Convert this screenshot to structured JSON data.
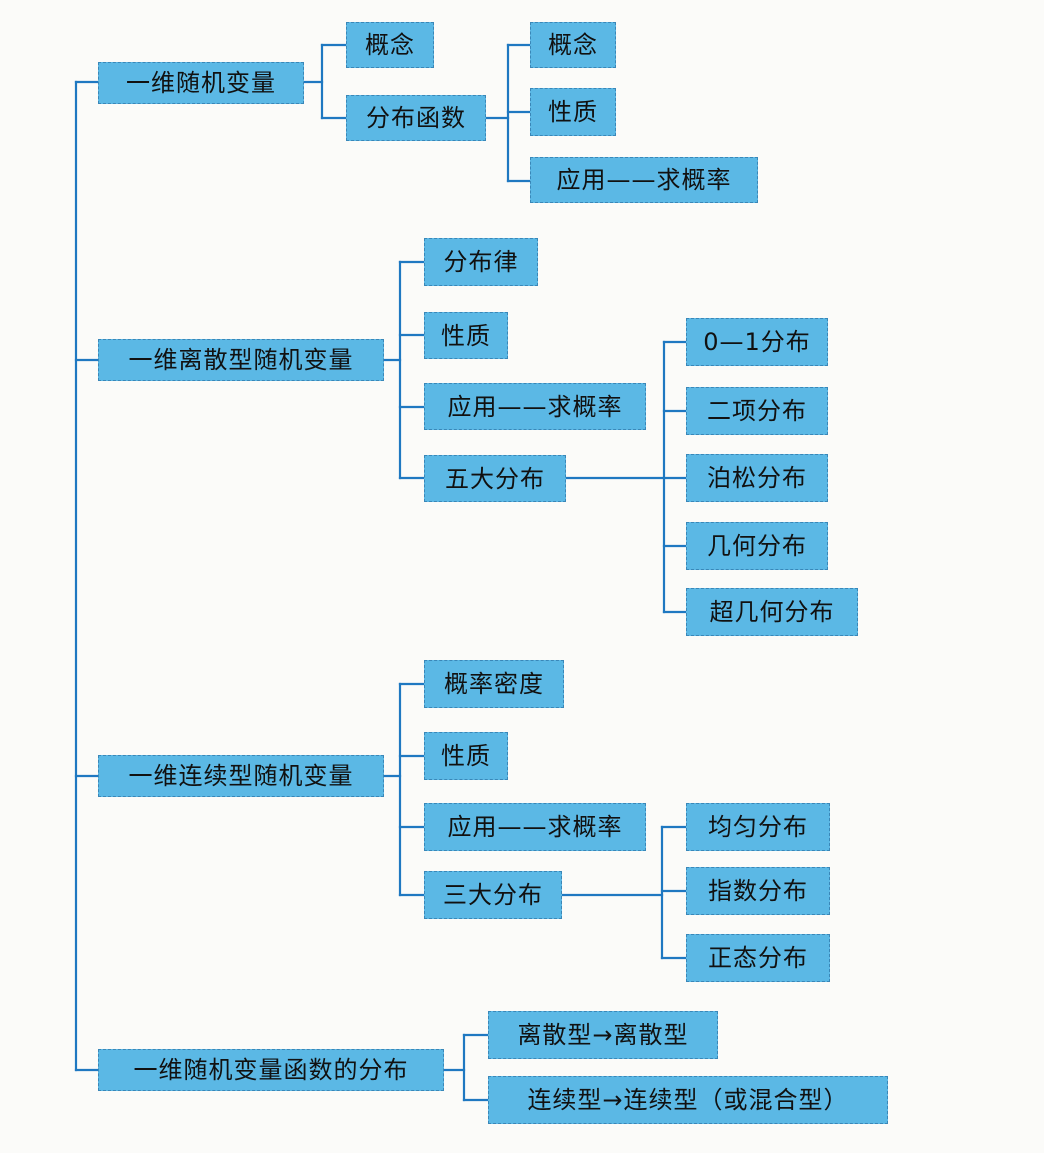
{
  "diagram": {
    "colors": {
      "node_fill": "#5bb8e5",
      "node_border": "#3a87b8",
      "connector": "#1f78c1",
      "background": "#fbfbf9"
    },
    "nodes": {
      "n1": "一维随机变量",
      "n1a": "概念",
      "n1b": "分布函数",
      "n1b1": "概念",
      "n1b2": "性质",
      "n1b3": "应用——求概率",
      "n2": "一维离散型随机变量",
      "n2a": "分布律",
      "n2b": "性质",
      "n2c": "应用——求概率",
      "n2d": "五大分布",
      "n2d1": "0—1分布",
      "n2d2": "二项分布",
      "n2d3": "泊松分布",
      "n2d4": "几何分布",
      "n2d5": "超几何分布",
      "n3": "一维连续型随机变量",
      "n3a": "概率密度",
      "n3b": "性质",
      "n3c": "应用——求概率",
      "n3d": "三大分布",
      "n3d1": "均匀分布",
      "n3d2": "指数分布",
      "n3d3": "正态分布",
      "n4": "一维随机变量函数的分布",
      "n4a": "离散型→离散型",
      "n4b": "连续型→连续型（或混合型）"
    }
  }
}
